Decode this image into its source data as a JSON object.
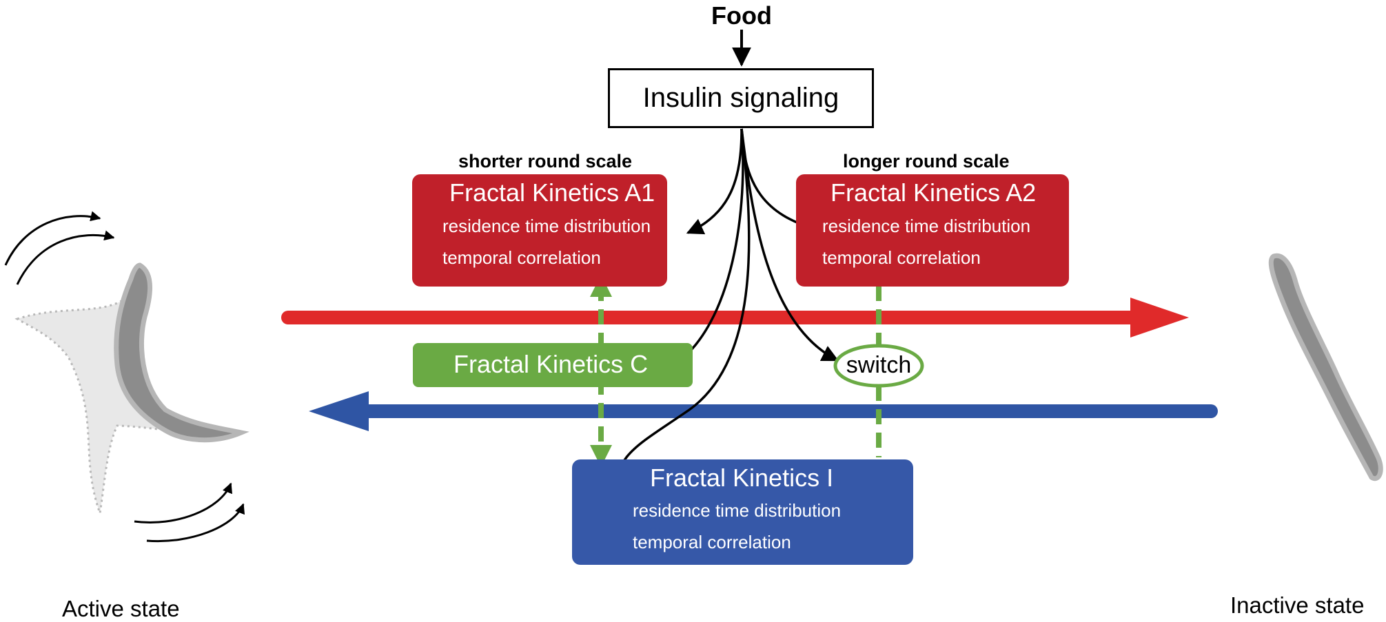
{
  "input": {
    "label": "Food"
  },
  "insulin": {
    "label": "Insulin signaling"
  },
  "scales": {
    "shorter": "shorter round scale",
    "longer": "longer round scale"
  },
  "boxes": {
    "a1": {
      "title": "Fractal Kinetics A1",
      "line1": "residence time distribution",
      "line2": "temporal correlation"
    },
    "a2": {
      "title": "Fractal Kinetics A2",
      "line1": "residence time distribution",
      "line2": "temporal correlation"
    },
    "c": {
      "title": "Fractal Kinetics C"
    },
    "i": {
      "title": "Fractal Kinetics I",
      "line1": "residence time distribution",
      "line2": "temporal correlation"
    }
  },
  "switch": {
    "label": "switch"
  },
  "states": {
    "active": "Active state",
    "inactive": "Inactive state"
  },
  "colors": {
    "red": "#c0202a",
    "blue": "#3658a8",
    "green": "#6aaa44",
    "arrow_red": "#e02a2a",
    "arrow_blue": "#2f55a4"
  }
}
